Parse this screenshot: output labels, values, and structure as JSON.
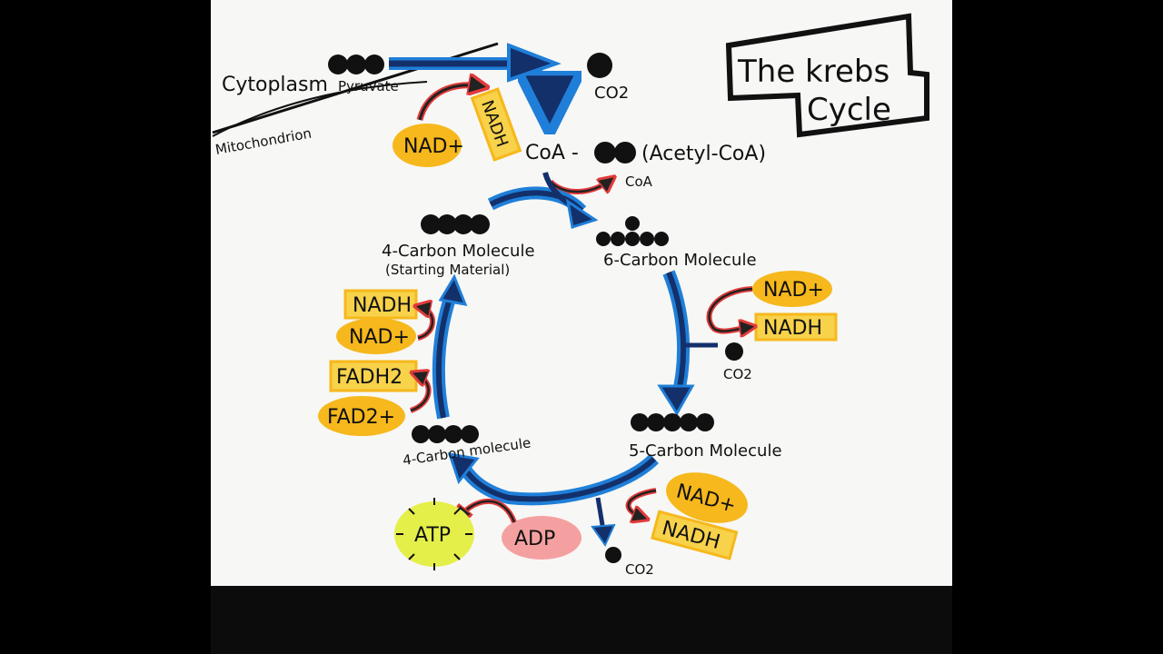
{
  "title_line1": "The krebs",
  "title_line2": "Cycle",
  "labels": {
    "cytoplasm": "Cytoplasm",
    "pyruvate": "Pyruvate",
    "mitochondrion": "Mitochondrion",
    "co2_top": "CO2",
    "nad_plus_top": "NAD+",
    "nadh_top": "NADH",
    "coa_prefix": "CoA -",
    "acetyl_coa": "(Acetyl-CoA)",
    "coa_small": "CoA",
    "four_carbon_start_l1": "4-Carbon Molecule",
    "four_carbon_start_l2": "(Starting Material)",
    "six_carbon": "6-Carbon Molecule",
    "nad_plus_right": "NAD+",
    "nadh_right": "NADH",
    "co2_right": "CO2",
    "five_carbon": "5-Carbon Molecule",
    "nad_plus_bottom": "NAD+",
    "nadh_bottom": "NADH",
    "co2_bottom": "CO2",
    "adp": "ADP",
    "atp": "ATP",
    "four_carbon_bottom": "4-Carbon molecule",
    "nadh_left": "NADH",
    "nad_plus_left": "NAD+",
    "fadh2_left": "FADH2",
    "fad_left": "FAD2+"
  },
  "colors": {
    "yellow": "#f6b81c",
    "yellow_box": "#f7d24a",
    "blue": "#1f7fd8",
    "navy": "#13306b",
    "red": "#e23b3b",
    "pink": "#f5a0a0",
    "lime": "#e4ef4a"
  }
}
